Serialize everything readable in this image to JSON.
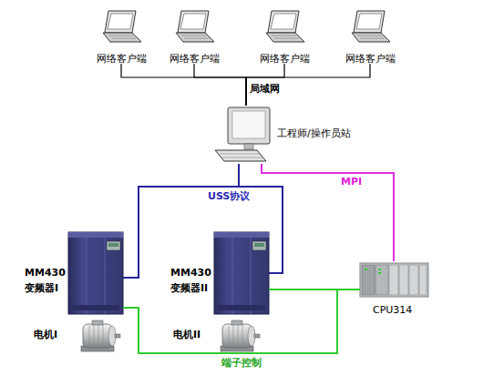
{
  "diagram": {
    "nodes": [
      {
        "text": [
          "网络客户端"
        ]
      },
      {
        "text": [
          "网络客户端"
        ]
      },
      {
        "text": [
          "网络客户端"
        ]
      },
      {
        "text": [
          "网络客户端"
        ]
      },
      {
        "text": [
          "工程师/操作员站"
        ]
      },
      {
        "text": [
          "MM430 变频器I"
        ]
      },
      {
        "text": [
          "MM430 变频器II"
        ]
      },
      {
        "text": [
          "CPU314"
        ]
      },
      {
        "text": [
          "电机I"
        ]
      },
      {
        "text": [
          "电机II"
        ]
      }
    ],
    "edges": [
      {
        "from": 0,
        "to": 4,
        "arrow": "none"
      },
      {
        "from": 1,
        "to": 4,
        "arrow": "none"
      },
      {
        "from": 2,
        "to": 4,
        "arrow": "none"
      },
      {
        "from": 3,
        "to": 4,
        "arrow": "none"
      },
      {
        "from": 4,
        "to": 5,
        "label": "USS协议",
        "arrow": "none"
      },
      {
        "from": 4,
        "to": 6,
        "arrow": "none"
      },
      {
        "from": 4,
        "to": 7,
        "label": "MPI",
        "arrow": "none"
      },
      {
        "from": 5,
        "to": 7,
        "label": "端子控制",
        "arrow": "none"
      },
      {
        "from": 6,
        "to": 7,
        "arrow": "none"
      }
    ],
    "labels": [
      "局域网"
    ]
  }
}
